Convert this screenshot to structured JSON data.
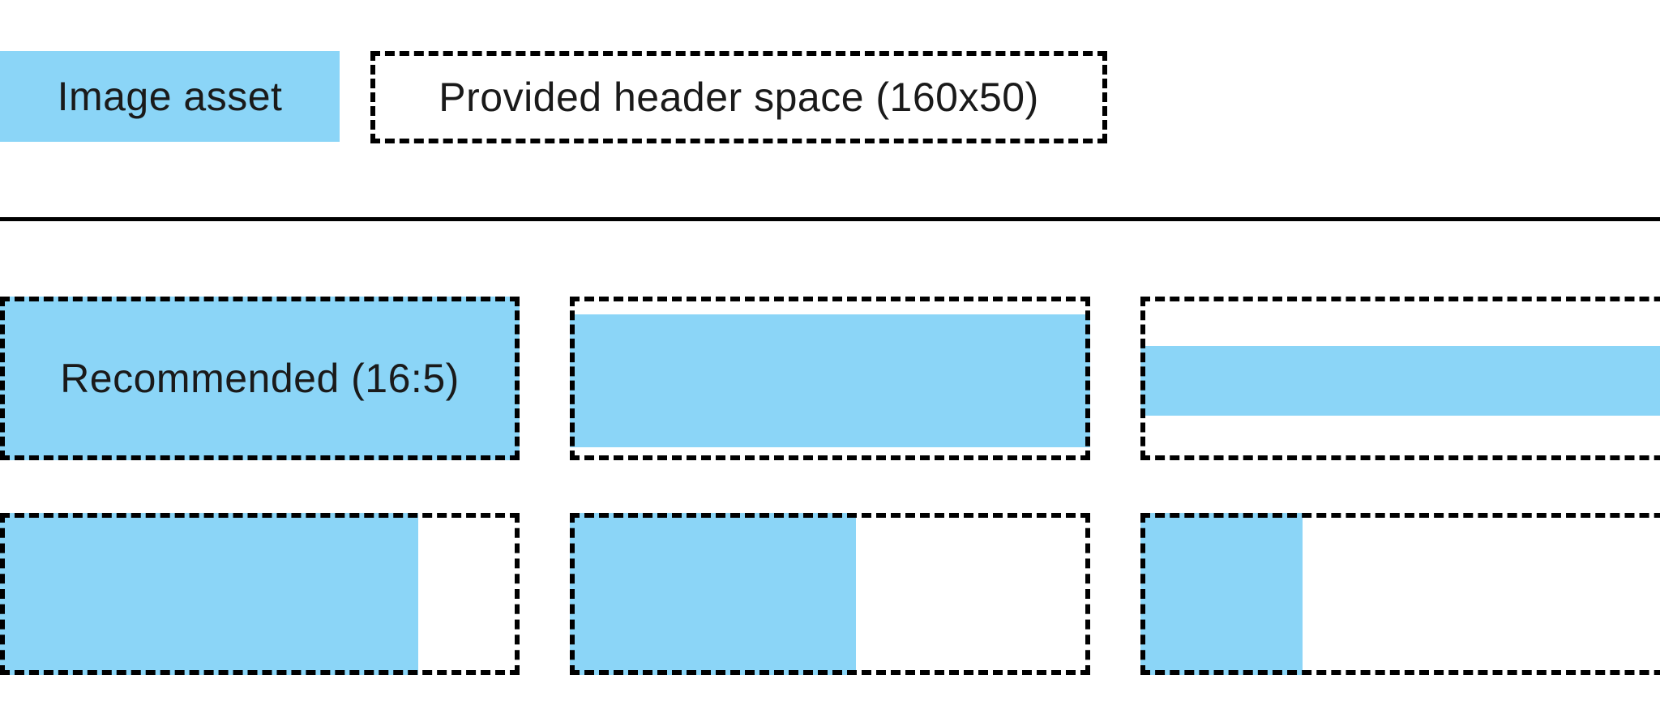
{
  "colors": {
    "asset_blue": "#8BD5F7",
    "line_black": "#000000",
    "text": "#1a1a1a",
    "background": "#ffffff"
  },
  "legend": {
    "image_asset": {
      "label": "Image asset"
    },
    "header_space": {
      "label": "Provided header space (160x50)"
    }
  },
  "examples": {
    "cells": [
      {
        "id": "recommended-16-5",
        "label": "Recommended (16:5)",
        "fill_style": "left:0;top:0;right:0;bottom:0"
      },
      {
        "id": "wide-asset-letterboxed",
        "label": "",
        "fill_style": "left:0;right:0;top:22px;bottom:16px"
      },
      {
        "id": "very-wide-asset-thin-band",
        "label": "",
        "fill_style": "left:0;right:0;top:61px;bottom:55px"
      },
      {
        "id": "narrow-asset-large",
        "label": "",
        "fill_style": "left:0;top:0;bottom:0;width:516px"
      },
      {
        "id": "narrow-asset-medium",
        "label": "",
        "fill_style": "left:0;top:0;bottom:0;width:353px"
      },
      {
        "id": "narrow-asset-small",
        "label": "",
        "fill_style": "left:0;top:0;bottom:0;width:200px"
      }
    ]
  }
}
